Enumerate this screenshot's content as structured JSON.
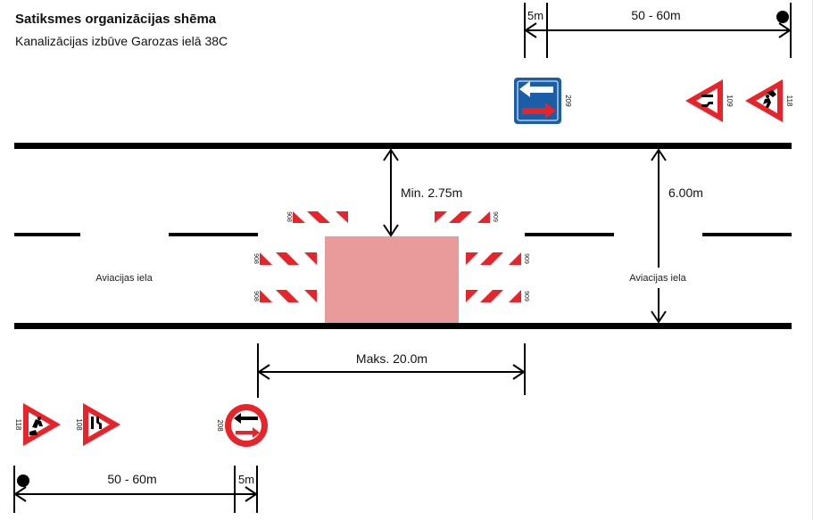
{
  "header": {
    "title": "Satiksmes organizācijas shēma",
    "subtitle": "Kanalizācijas izbūve Garozas ielā 38C"
  },
  "colors": {
    "road_line": "#000000",
    "work_zone": "#e99a9a",
    "sign_red": "#e8232a",
    "sign_blue": "#1b5ea8",
    "barrier_red": "#e8232a"
  },
  "street": {
    "name_left": "Aviacijas iela",
    "name_right": "Aviacijas iela"
  },
  "dimensions": {
    "min_lane_width": "Min. 2.75m",
    "road_width": "6.00m",
    "max_zone_length": "Maks. 20.0m",
    "top_gap": "5m",
    "top_distance": "50 - 60m",
    "bottom_gap": "5m",
    "bottom_distance": "50 - 60m"
  },
  "barriers": {
    "left_code": "908",
    "right_code": "909"
  },
  "signs": {
    "top": [
      {
        "code": "209",
        "icon": "priority-over-oncoming-icon"
      },
      {
        "code": "109",
        "icon": "road-narrows-icon"
      },
      {
        "code": "118",
        "icon": "road-works-icon"
      }
    ],
    "bottom": [
      {
        "code": "118",
        "icon": "road-works-icon"
      },
      {
        "code": "108",
        "icon": "road-narrows-icon"
      },
      {
        "code": "208",
        "icon": "give-way-oncoming-icon"
      }
    ]
  }
}
